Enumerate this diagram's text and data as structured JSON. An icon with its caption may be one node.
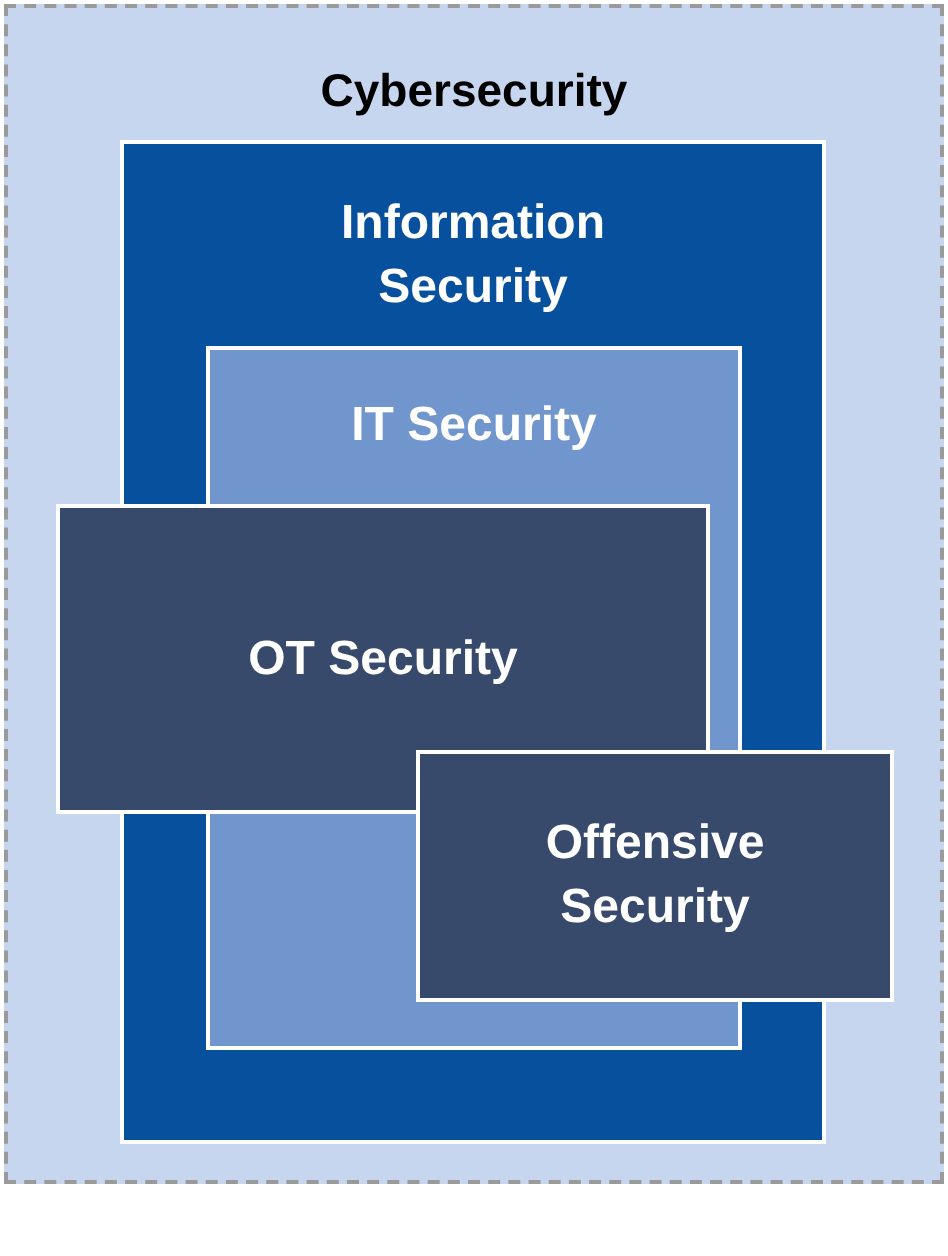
{
  "diagram": {
    "nodes": [
      {
        "text": [
          "Cybersecurity"
        ]
      },
      {
        "text": [
          "Information Security"
        ],
        "in": 0
      },
      {
        "text": [
          "IT Security"
        ],
        "in": 1
      },
      {
        "text": [
          "OT Security"
        ],
        "in": 0
      },
      {
        "text": [
          "Offensive Security"
        ],
        "in": 0
      }
    ]
  }
}
